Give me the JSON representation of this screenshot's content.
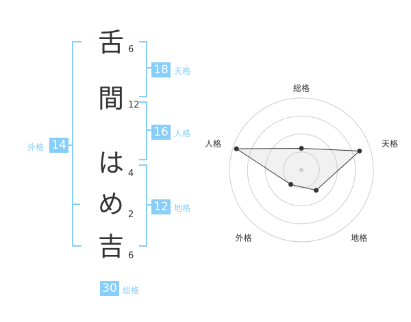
{
  "name": {
    "chars": [
      {
        "char": "舌",
        "strokes": "6"
      },
      {
        "char": "間",
        "strokes": "12"
      },
      {
        "char": "は",
        "strokes": "4"
      },
      {
        "char": "め",
        "strokes": "2"
      },
      {
        "char": "吉",
        "strokes": "6"
      }
    ]
  },
  "kakusu": {
    "tenkaku": {
      "value": "18",
      "label": "天格"
    },
    "jinkaku": {
      "value": "16",
      "label": "人格"
    },
    "chikaku": {
      "value": "12",
      "label": "地格"
    },
    "gaikaku": {
      "value": "14",
      "label": "外格"
    },
    "soukaku": {
      "value": "30",
      "label": "総格"
    }
  },
  "chart_data": {
    "type": "radar",
    "axes": [
      "総格",
      "天格",
      "地格",
      "外格",
      "人格"
    ],
    "values": [
      0.3,
      0.85,
      0.35,
      0.25,
      0.95
    ],
    "range": [
      0,
      1
    ],
    "rings": 4,
    "grid": true
  },
  "colors": {
    "accent": "#87cefa",
    "text": "#333333",
    "ring": "#cccccc"
  }
}
